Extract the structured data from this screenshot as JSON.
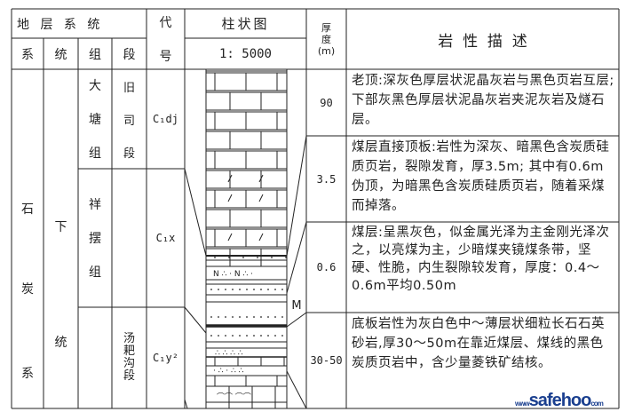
{
  "header": {
    "strata_system": "地 层 系 统",
    "code": [
      "代",
      "号"
    ],
    "column": "柱状图",
    "scale": "1: 5000",
    "thickness": [
      "厚",
      "度",
      "(m)"
    ],
    "description": "岩  性  描  述",
    "sub": [
      "系",
      "统",
      "组",
      "段"
    ]
  },
  "system": [
    "石",
    "炭",
    "系"
  ],
  "series": [
    "下",
    "统"
  ],
  "formations": [
    {
      "group": [
        "大",
        "塘",
        "组"
      ],
      "section": [
        "旧",
        "司",
        "段"
      ],
      "code": "C₁dj"
    },
    {
      "group": [
        "祥",
        "摆",
        "组"
      ],
      "section": [],
      "code": "C₁x"
    },
    {
      "group": [],
      "section": [
        "汤",
        "耙",
        "沟",
        "段"
      ],
      "code": "C₁y²"
    }
  ],
  "layers": [
    {
      "thickness": "90",
      "description": "老顶:深灰色厚层状泥晶灰岩与黑色页岩互层; 下部灰黑色厚层状泥晶灰岩夹泥灰岩及燧石层。"
    },
    {
      "thickness": "3.5",
      "description": "煤层直接顶板:岩性为深灰、暗黑色含炭质硅质页岩，裂隙发育，厚3.5m; 其中有0.6m伪顶，为暗黑色含炭质硅质页岩，随着采煤而掉落。"
    },
    {
      "thickness": "0.6",
      "description": "煤层:呈黑灰色，似金属光泽为主金刚光泽次之，以亮煤为主，少暗煤夹镜煤条带，坚硬、性脆，内生裂隙较发育，厚度：0.4～0.6m平均0.50m"
    },
    {
      "thickness": "30-50",
      "description": "底板岩性为灰白色中～薄层状细粒长石石英砂岩,厚30～50m在靠近煤层、煤线的黑色炭质页岩中，含少量菱铁矿结核。"
    }
  ],
  "column_marker": "M",
  "watermark": {
    "prefix": "www",
    "brand": "safehoo",
    "suffix": "com"
  },
  "colors": {
    "line": "#222222",
    "watermark": "#1a3f8f"
  }
}
